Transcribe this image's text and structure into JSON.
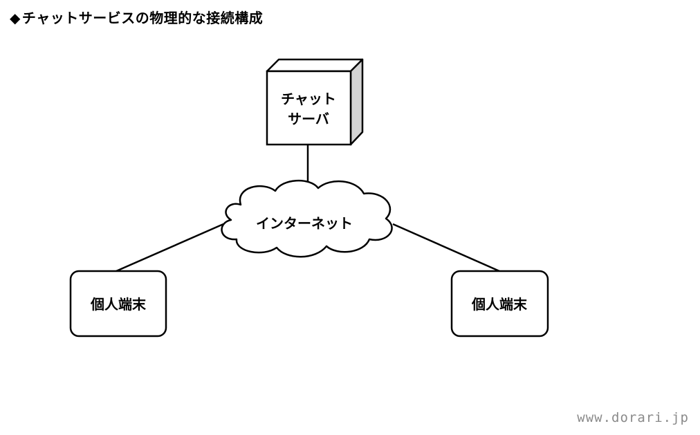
{
  "title": {
    "marker": "◆",
    "text": "チャットサービスの物理的な接続構成"
  },
  "diagram": {
    "server_label_line1": "チャット",
    "server_label_line2": "サーバ",
    "cloud_label": "インターネット",
    "terminal_left_label": "個人端末",
    "terminal_right_label": "個人端末"
  },
  "watermark": "www.dorari.jp"
}
